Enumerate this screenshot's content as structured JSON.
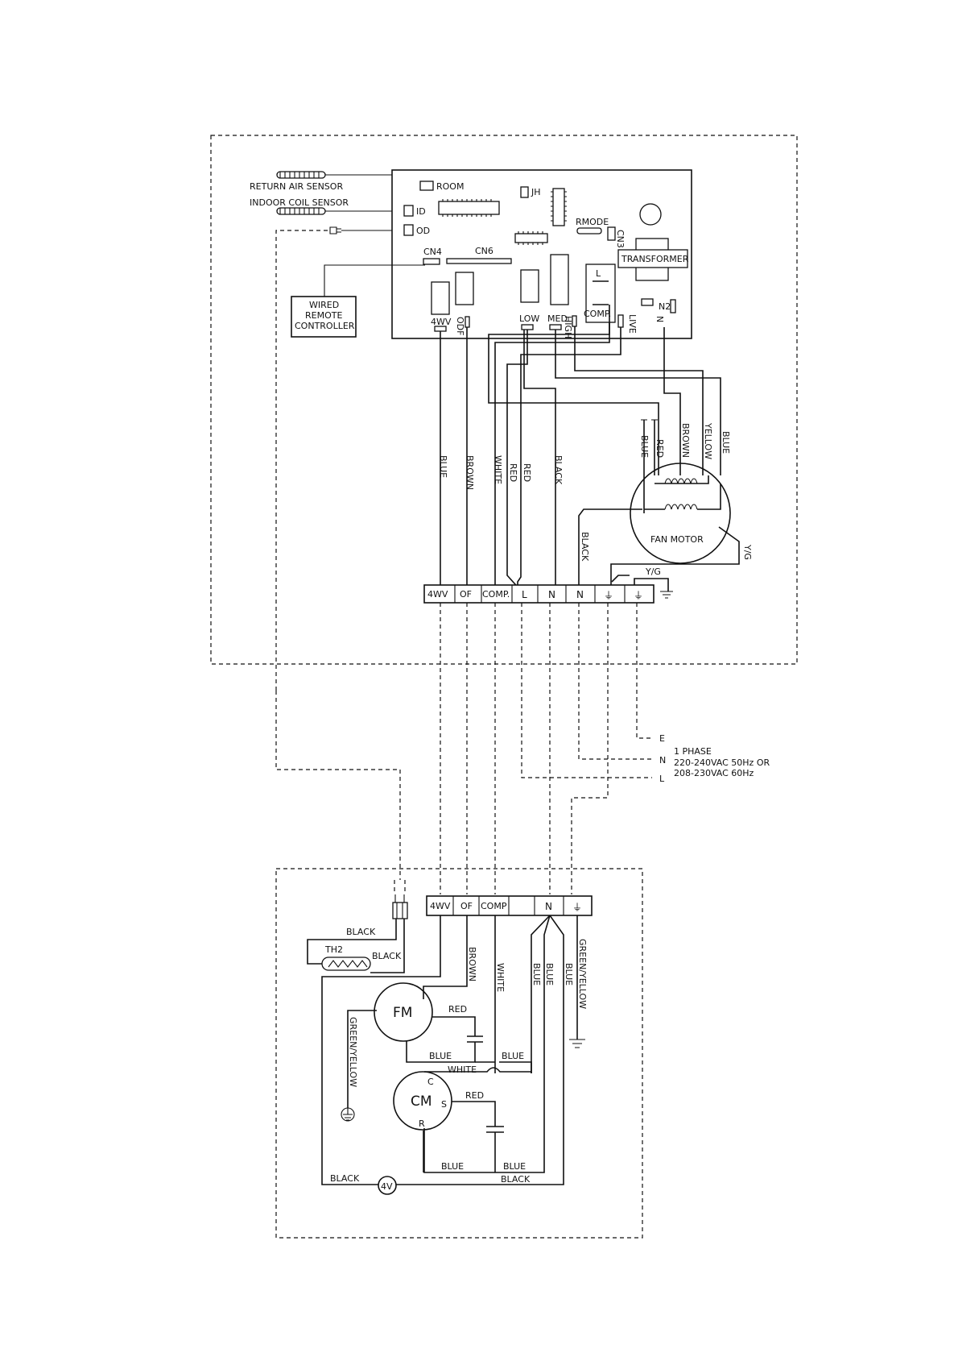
{
  "indoor": {
    "sensors": [
      "RETURN AIR SENSOR",
      "INDOOR COIL SENSOR"
    ],
    "board": {
      "connectors": [
        "ROOM",
        "ID",
        "OD",
        "JH",
        "CN4",
        "CN6",
        "RMODE",
        "CN3",
        "N2"
      ],
      "transformer": "TRANSFORMER",
      "relay_l": "L",
      "outputs": [
        "4WV",
        "ODF",
        "LOW",
        "MED",
        "HIGH",
        "COMP.",
        "LIVE",
        "N"
      ]
    },
    "wired_remote": [
      "WIRED",
      "REMOTE",
      "CONTROLLER"
    ],
    "wire_colors": [
      "BLUE",
      "BROWN",
      "WHITE",
      "RED",
      "RED",
      "BLACK"
    ],
    "fan_wires": [
      "BLUE",
      "RED",
      "BROWN",
      "YELLOW",
      "BLUE"
    ],
    "fan_motor": "FAN MOTOR",
    "fan_black": "BLACK",
    "yg": "Y/G",
    "terminals": [
      "4WV",
      "OF",
      "COMP.",
      "L",
      "N",
      "N",
      "⏚",
      "⏚"
    ]
  },
  "power": {
    "lines": [
      "E",
      "N",
      "L"
    ],
    "desc": [
      "1 PHASE",
      "220-240VAC 50Hz OR",
      "208-230VAC 60Hz"
    ]
  },
  "outdoor": {
    "terminals": [
      "4WV",
      "OF",
      "COMP",
      "",
      "N",
      "⏚"
    ],
    "th2": "TH2",
    "fm": "FM",
    "cm": "CM",
    "cm_pins": [
      "C",
      "S",
      "R"
    ],
    "vertical_labels": [
      "BROWN",
      "WHITE",
      "BLUE",
      "BLUE",
      "BLUE",
      "GREEN/YELLOW",
      "GREEN/YELLOW"
    ],
    "labels": {
      "black_top": "BLACK",
      "black_th2": "BLACK",
      "red_fm": "RED",
      "blue_fm": "BLUE",
      "white": "WHITE",
      "blue_right": "BLUE",
      "red_cm": "RED",
      "blue_cm": "BLUE",
      "blue_cm2": "BLUE",
      "black_bottom": "BLACK",
      "black_bottom2": "BLACK",
      "valve": "4V"
    }
  }
}
